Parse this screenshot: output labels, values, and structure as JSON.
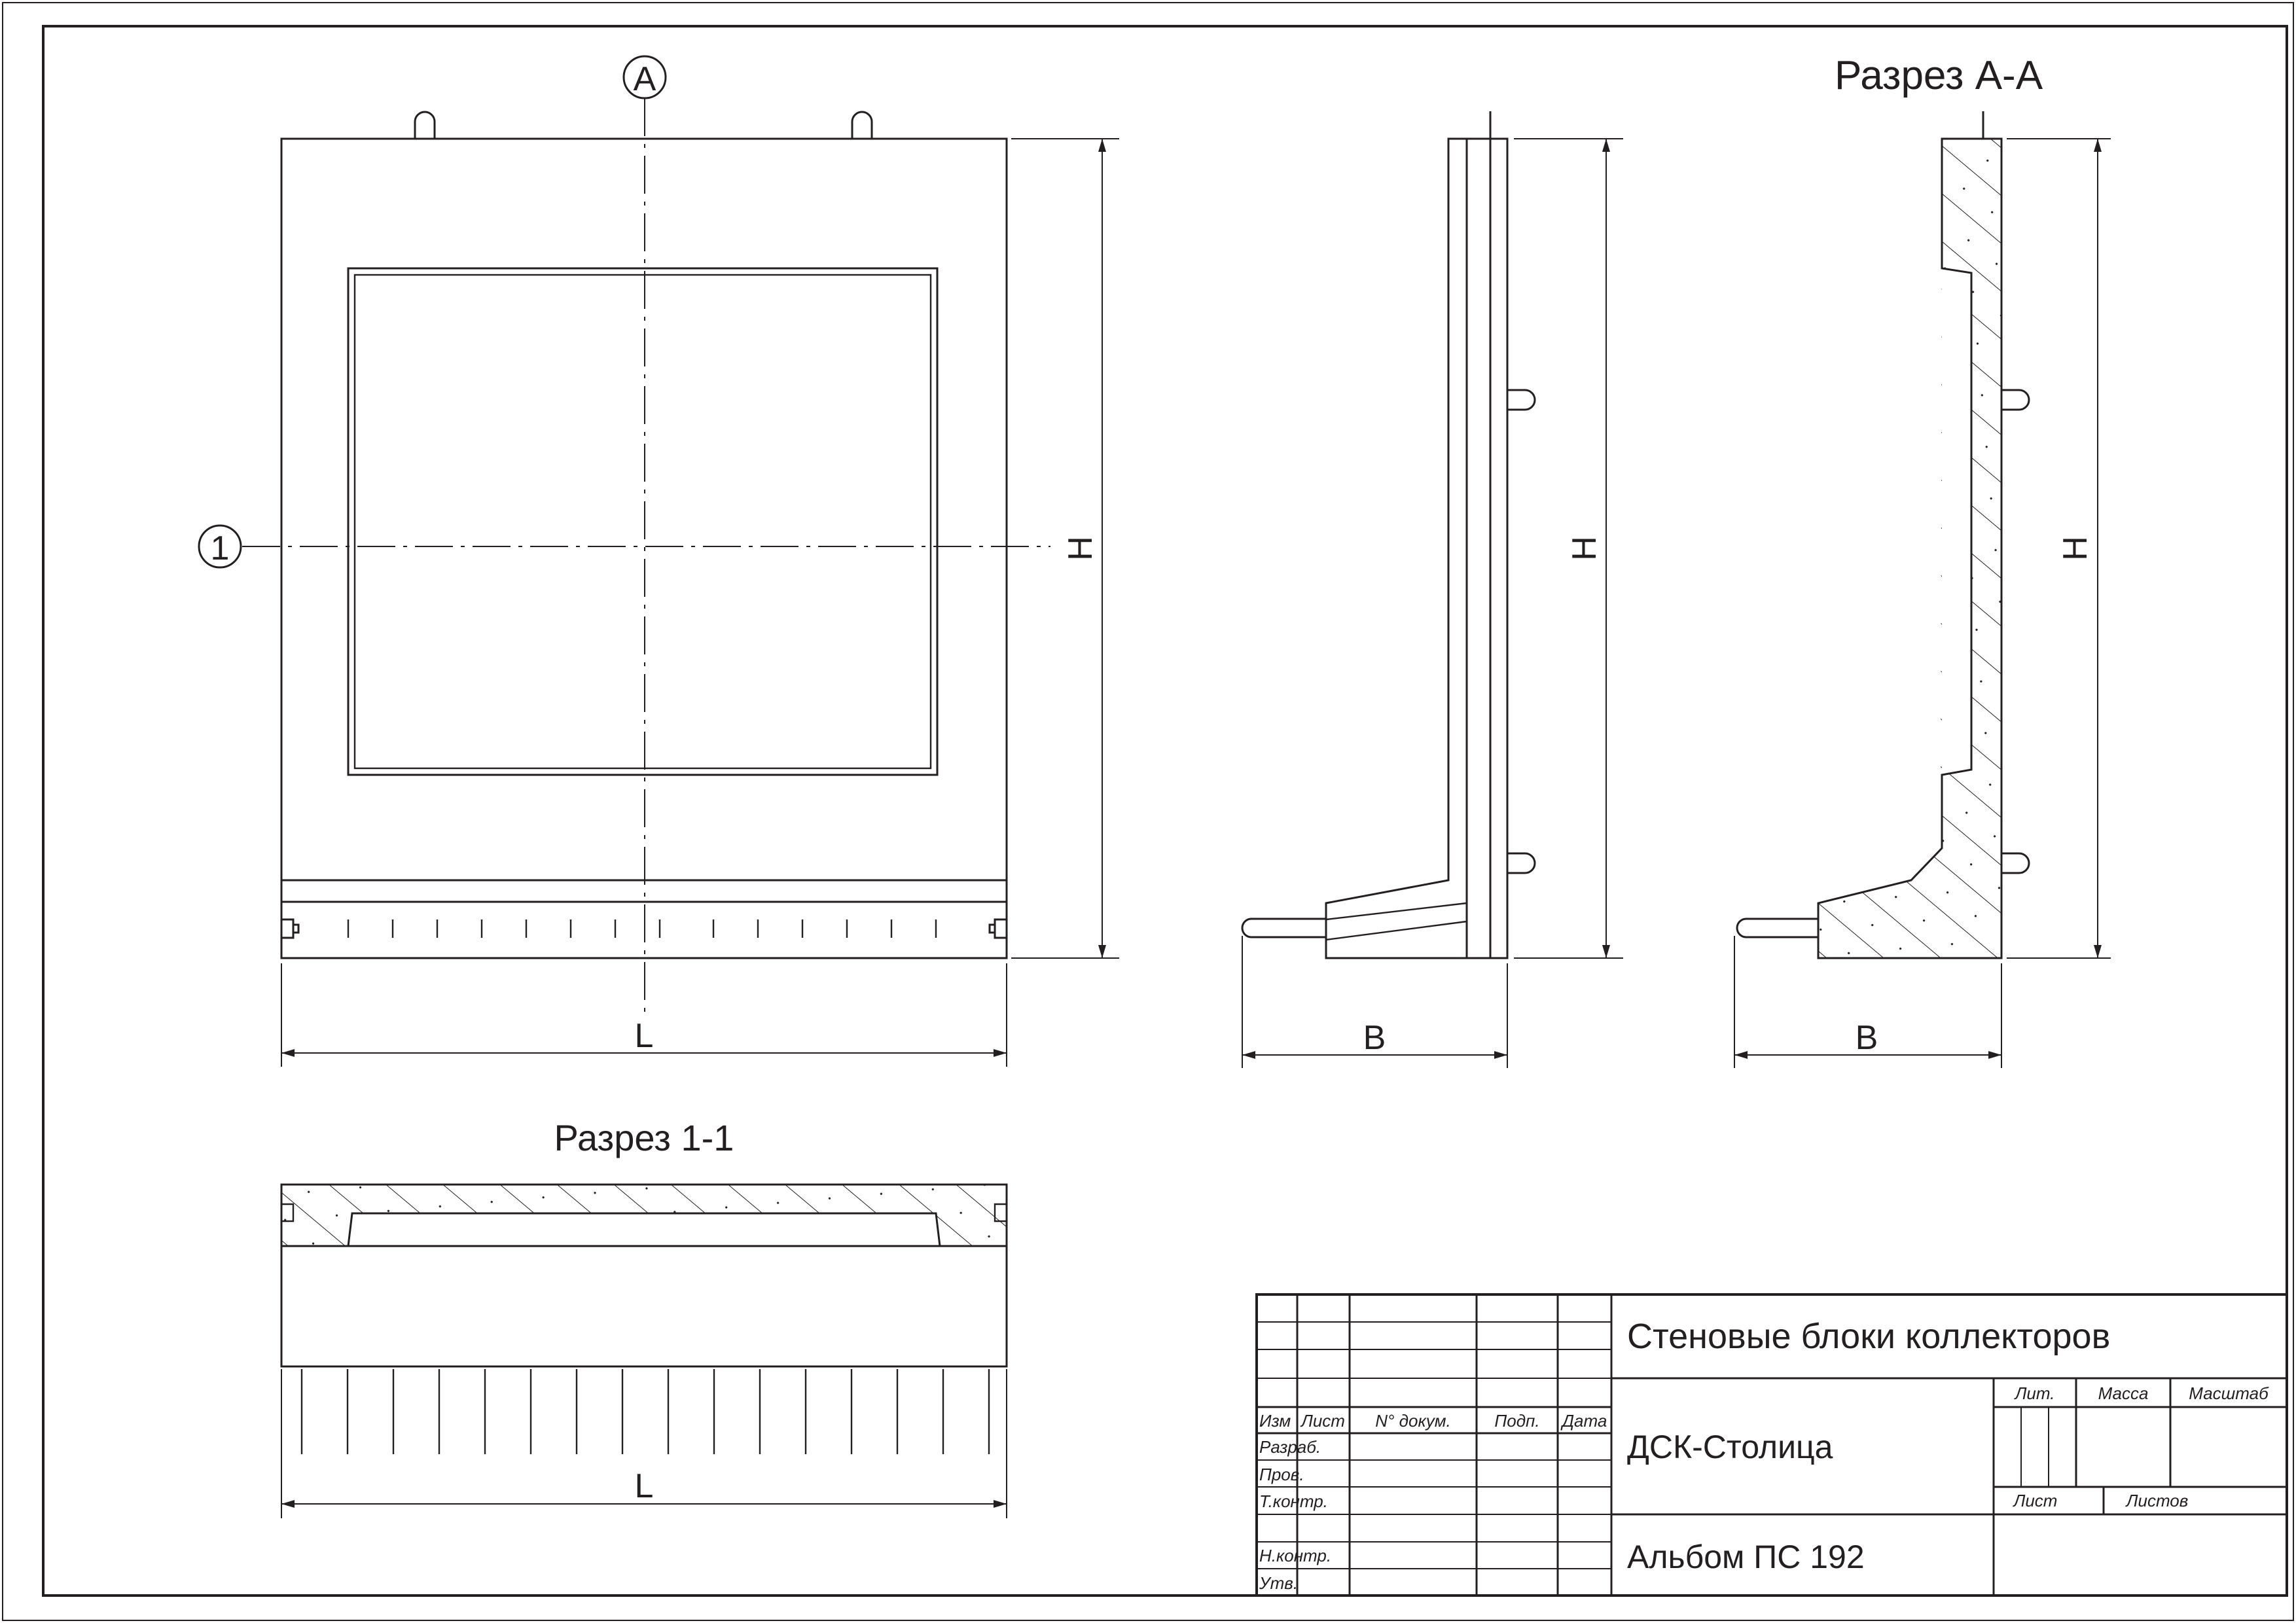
{
  "labels": {
    "axis_a": "A",
    "axis_1": "1",
    "section_aa_title": "Разрез А-А",
    "section_11_title": "Разрез 1-1",
    "dim_h_front": "H",
    "dim_h_side": "H",
    "dim_h_section": "H",
    "dim_l_front": "L",
    "dim_l_section": "L",
    "dim_b_side": "B",
    "dim_b_section": "B"
  },
  "title_block": {
    "title": "Стеновые блоки коллекторов",
    "organization": "ДСК-Столица",
    "album": "Альбом ПС 192",
    "col_izm": "Изм",
    "col_list": "Лист",
    "col_doc": "N° докум.",
    "col_podp": "Подп.",
    "col_data": "Дата",
    "row_razrab": "Разраб.",
    "row_prov": "Пров.",
    "row_tkontr": "Т.контр.",
    "row_nkontr": "Н.контр.",
    "row_utv": "Утв.",
    "lit": "Лит.",
    "massa": "Масса",
    "masshtab": "Масштаб",
    "sheet": "Лист",
    "sheets": "Листов"
  }
}
